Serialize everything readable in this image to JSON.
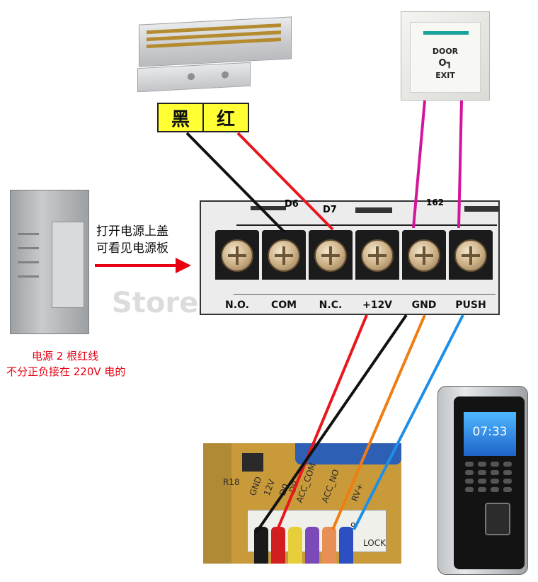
{
  "lock_labels": {
    "black": "黑",
    "red": "红"
  },
  "exit_button": {
    "line1": "DOOR",
    "key_glyph": "O┓",
    "line2": "EXIT"
  },
  "psu_note": {
    "line1": "打开电源上盖",
    "line2": "可看见电源板"
  },
  "power_note": {
    "line1": "电源 2 根红线",
    "line2": "不分正负接在 220V 电的"
  },
  "terminal_block": {
    "diodes": [
      "D6",
      "D7"
    ],
    "corner_text": "162",
    "terminals": [
      "N.O.",
      "COM",
      "N.C.",
      "+12V",
      "GND",
      "PUSH"
    ]
  },
  "watermark": "Store",
  "pcb": {
    "labels": [
      "GND",
      "12V",
      "D0",
      "ACC_COM",
      "ACC_NO",
      "RV+"
    ],
    "component_labels": [
      "R18",
      "D9",
      "LOCK",
      "9"
    ]
  },
  "device": {
    "time": "07:33"
  },
  "colors": {
    "red_wire": "#e8161d",
    "black_wire": "#111111",
    "magenta_wire": "#d4159c",
    "orange_wire": "#f07d12",
    "blue_wire": "#1e8fe8",
    "label_yellow": "#ffff33",
    "arrow_red": "#e60012"
  }
}
